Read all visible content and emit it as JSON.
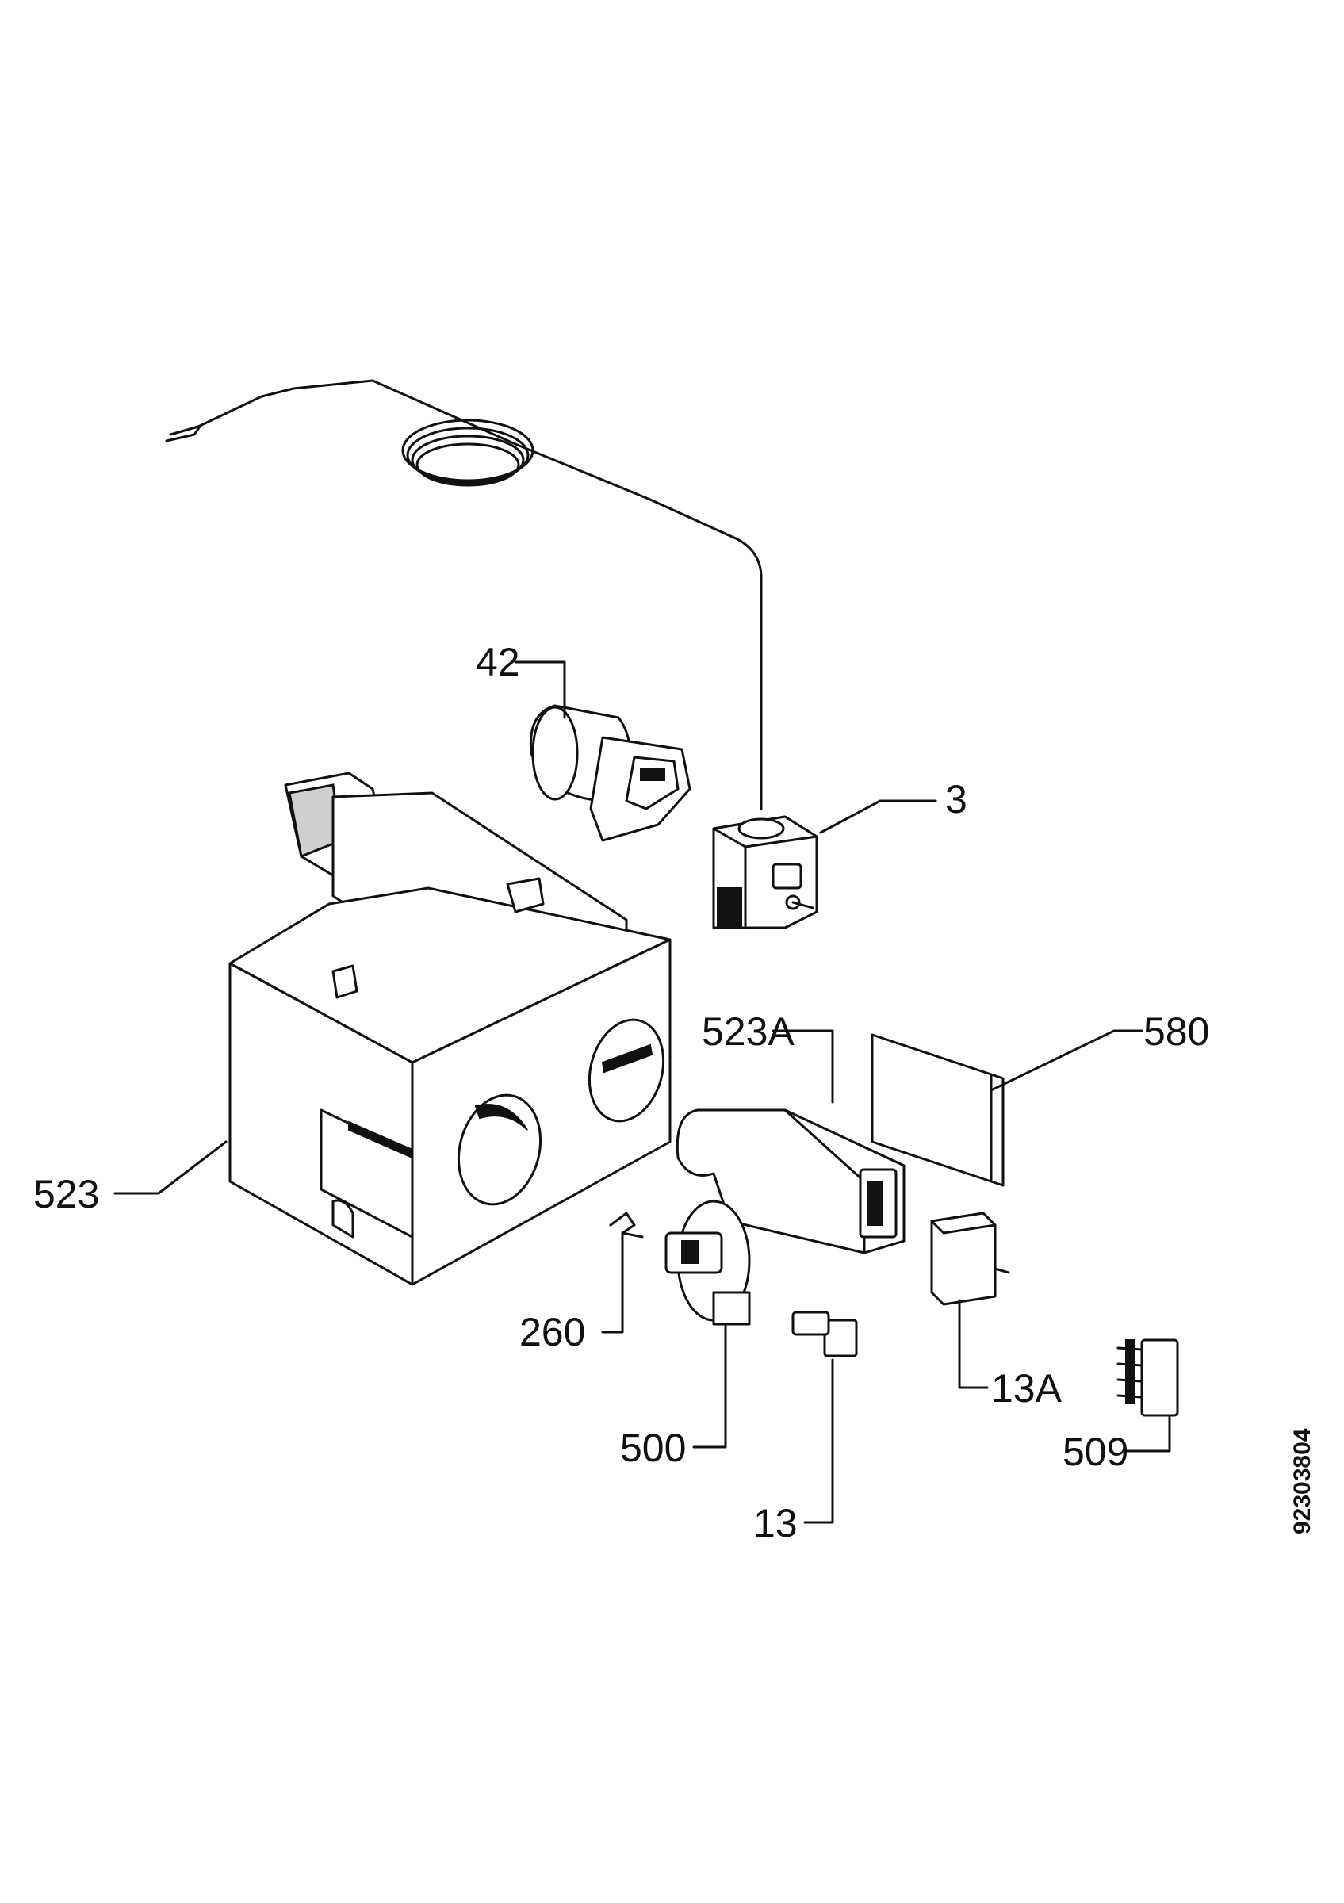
{
  "labels": {
    "p42": "42",
    "p3": "3",
    "p523a": "523A",
    "p580": "580",
    "p523": "523",
    "p260": "260",
    "p500": "500",
    "p13a": "13A",
    "p13": "13",
    "p509": "509"
  },
  "document_number": "92303804"
}
